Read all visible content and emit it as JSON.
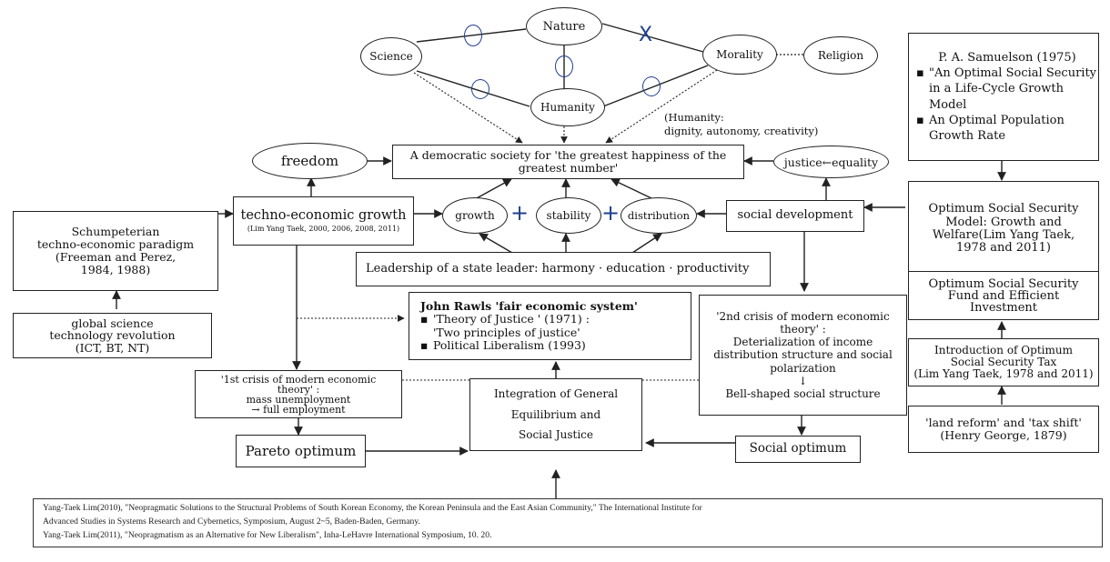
{
  "diagram": {
    "top_nodes": {
      "science": "Science",
      "nature": "Nature",
      "humanity": "Humanity",
      "morality": "Morality",
      "religion": "Religion"
    },
    "relation_symbols": {
      "science_nature": "O",
      "nature_humanity": "O",
      "science_humanity": "O",
      "nature_morality": "X",
      "humanity_morality": "O"
    },
    "humanity_note": [
      "(Humanity:",
      "dignity, autonomy, creativity)"
    ],
    "democratic_society": [
      "A democratic society for 'the greatest happiness of the",
      "greatest number'"
    ],
    "freedom": "freedom",
    "justice_equality": "justice←equality",
    "techno_growth": {
      "title": "techno-economic growth",
      "cite": "(Lim Yang Taek, 2000, 2006, 2008, 2011)"
    },
    "pillars": {
      "growth": "growth",
      "stability": "stability",
      "distribution": "distribution",
      "plus": "+"
    },
    "social_development": "social development",
    "leadership": "Leadership of a state leader: harmony · education · productivity",
    "schumpeterian": [
      "Schumpeterian",
      "techno-economic paradigm",
      "(Freeman and Perez,",
      "1984, 1988)"
    ],
    "global_revolution": [
      "global science",
      "technology revolution",
      "(ICT, BT, NT)"
    ],
    "rawls": {
      "title": "John Rawls 'fair economic system'",
      "items": [
        [
          "'Theory of Justice ' (1971) :",
          "'Two principles of justice'"
        ],
        [
          "Political Liberalism (1993)"
        ]
      ]
    },
    "first_crisis": [
      "'1st crisis of modern economic",
      "theory' :",
      "mass unemployment",
      "→ full employment"
    ],
    "second_crisis": [
      "'2nd crisis of modern economic",
      "theory' :",
      "Deterialization of income",
      "distribution structure and social",
      "polarization",
      "↓",
      "Bell-shaped social structure"
    ],
    "pareto": "Pareto optimum",
    "integration": [
      "Integration of General",
      "Equilibrium and",
      "Social Justice"
    ],
    "social_optimum": "Social optimum",
    "samuelson": {
      "title": "P. A. Samuelson (1975)",
      "items": [
        "\"An Optimal Social Security in a Life-Cycle Growth Model",
        "An Optimal Population Growth Rate"
      ]
    },
    "optimum_model": [
      "Optimum Social Security",
      "Model: Growth and",
      "Welfare(Lim Yang Taek,",
      "1978 and 2011)"
    ],
    "optimum_fund": [
      "Optimum Social Security",
      "Fund and Efficient",
      "Investment"
    ],
    "optimum_tax": [
      "Introduction of Optimum",
      "Social Security Tax",
      "(Lim Yang Taek, 1978 and 2011)"
    ],
    "land_reform": [
      "'land reform' and 'tax shift'",
      "(Henry George, 1879)"
    ]
  },
  "references": [
    "Yang-Taek Lim(2010), \"Neopragmatic Solutions to the Structural Problems of South Korean Economy, the Korean Peninsula and the East Asian Community,\" The International Institute for",
    "Advanced Studies in Systems Research and Cybernetics, Symposium,       August 2~5, Baden-Baden, Germany.",
    "Yang-Taek Lim(2011), \"Neopragmatism as an Alternative for New Liberalism\", Inha-LeHavre International Symposium, 10. 20."
  ],
  "colors": {
    "line": "#222222",
    "symbol_orange": "#c8731e",
    "symbol_blue": "#1f3f8f"
  }
}
